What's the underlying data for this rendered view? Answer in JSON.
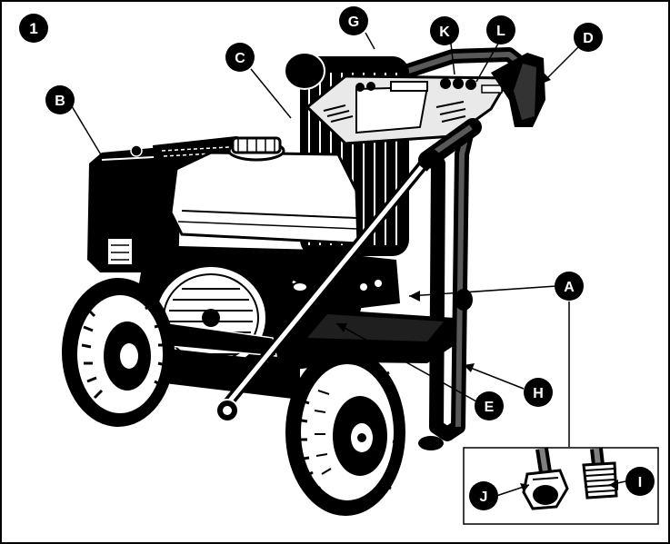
{
  "figure": {
    "number": "1"
  },
  "callouts": {
    "A": "A",
    "B": "B",
    "C": "C",
    "D": "D",
    "E": "E",
    "G": "G",
    "H": "H",
    "I": "I",
    "J": "J",
    "K": "K",
    "L": "L"
  },
  "colors": {
    "ink": "#000000",
    "paper": "#ffffff",
    "light": "#e9e9e9",
    "mid": "#bdbdbd"
  }
}
